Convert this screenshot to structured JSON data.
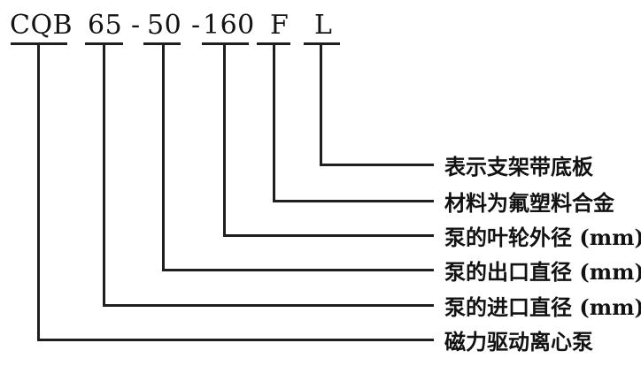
{
  "model_code": {
    "prefix": "CQB",
    "inlet_diameter": "65",
    "outlet_diameter": "50",
    "impeller_diameter": "160",
    "material_code": "F",
    "bracket_code": "L",
    "separator": "-"
  },
  "labels": [
    {
      "code": "L",
      "text": "表示支架带底板"
    },
    {
      "code": "F",
      "text": "材料为氟塑料合金"
    },
    {
      "code": "160",
      "text": "泵的叶轮外径 (mm)"
    },
    {
      "code": "50",
      "text": "泵的出口直径 (mm)"
    },
    {
      "code": "65",
      "text": "泵的进口直径 (mm)"
    },
    {
      "code": "CQB",
      "text": "磁力驱动离心泵"
    }
  ],
  "colors": {
    "line": "#1f1f1f",
    "text": "#121212",
    "background": "#ffffff"
  }
}
